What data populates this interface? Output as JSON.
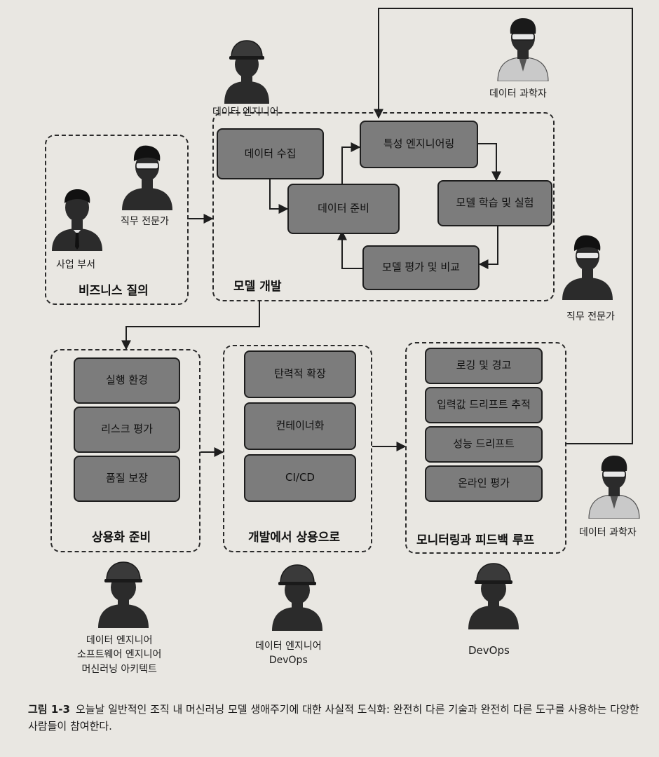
{
  "groups": {
    "business_inquiry": "비즈니스 질의",
    "model_development": "모델 개발",
    "production_readiness": "상용화 준비",
    "dev_to_production": "개발에서 상용으로",
    "monitoring_feedback": "모니터링과 피드백 루프"
  },
  "model_dev_steps": {
    "data_collection": "데이터 수집",
    "data_preparation": "데이터 준비",
    "feature_engineering": "특성 엔지니어링",
    "model_training": "모델 학습 및 실험",
    "model_evaluation": "모델 평가 및 비교"
  },
  "production_readiness_steps": [
    "실행 환경",
    "리스크 평가",
    "품질 보장"
  ],
  "dev_to_production_steps": [
    "탄력적 확장",
    "컨테이너화",
    "CI/CD"
  ],
  "monitoring_steps": [
    "로깅 및 경고",
    "입력값 드리프트 추적",
    "성능 드리프트",
    "온라인 평가"
  ],
  "people": {
    "data_engineer_top": "데이터 엔지니어",
    "data_scientist_top": "데이터 과학자",
    "business_dept": "사업 부서",
    "domain_expert_left": "직무 전문가",
    "domain_expert_right": "직무 전문가",
    "data_scientist_right": "데이터 과학자",
    "bottom_left_lines": [
      "데이터 엔지니어",
      "소프트웨어 엔지니어",
      "머신러닝 아키텍트"
    ],
    "bottom_mid_lines": [
      "데이터 엔지니어",
      "DevOps"
    ],
    "bottom_right": "DevOps"
  },
  "caption": {
    "label": "그림 1-3",
    "text": "오늘날 일반적인 조직 내 머신러닝 모델 생애주기에 대한 사실적 도식화: 완전히 다른 기술과 완전히 다른 도구를 사용하는 다양한 사람들이 참여한다."
  },
  "colors": {
    "box_fill": "#7c7c7c",
    "page_bg": "#e9e7e2",
    "line": "#1e1e1e",
    "person_fill": "#2b2b2b",
    "scientist_coat": "#c9c9c9"
  }
}
